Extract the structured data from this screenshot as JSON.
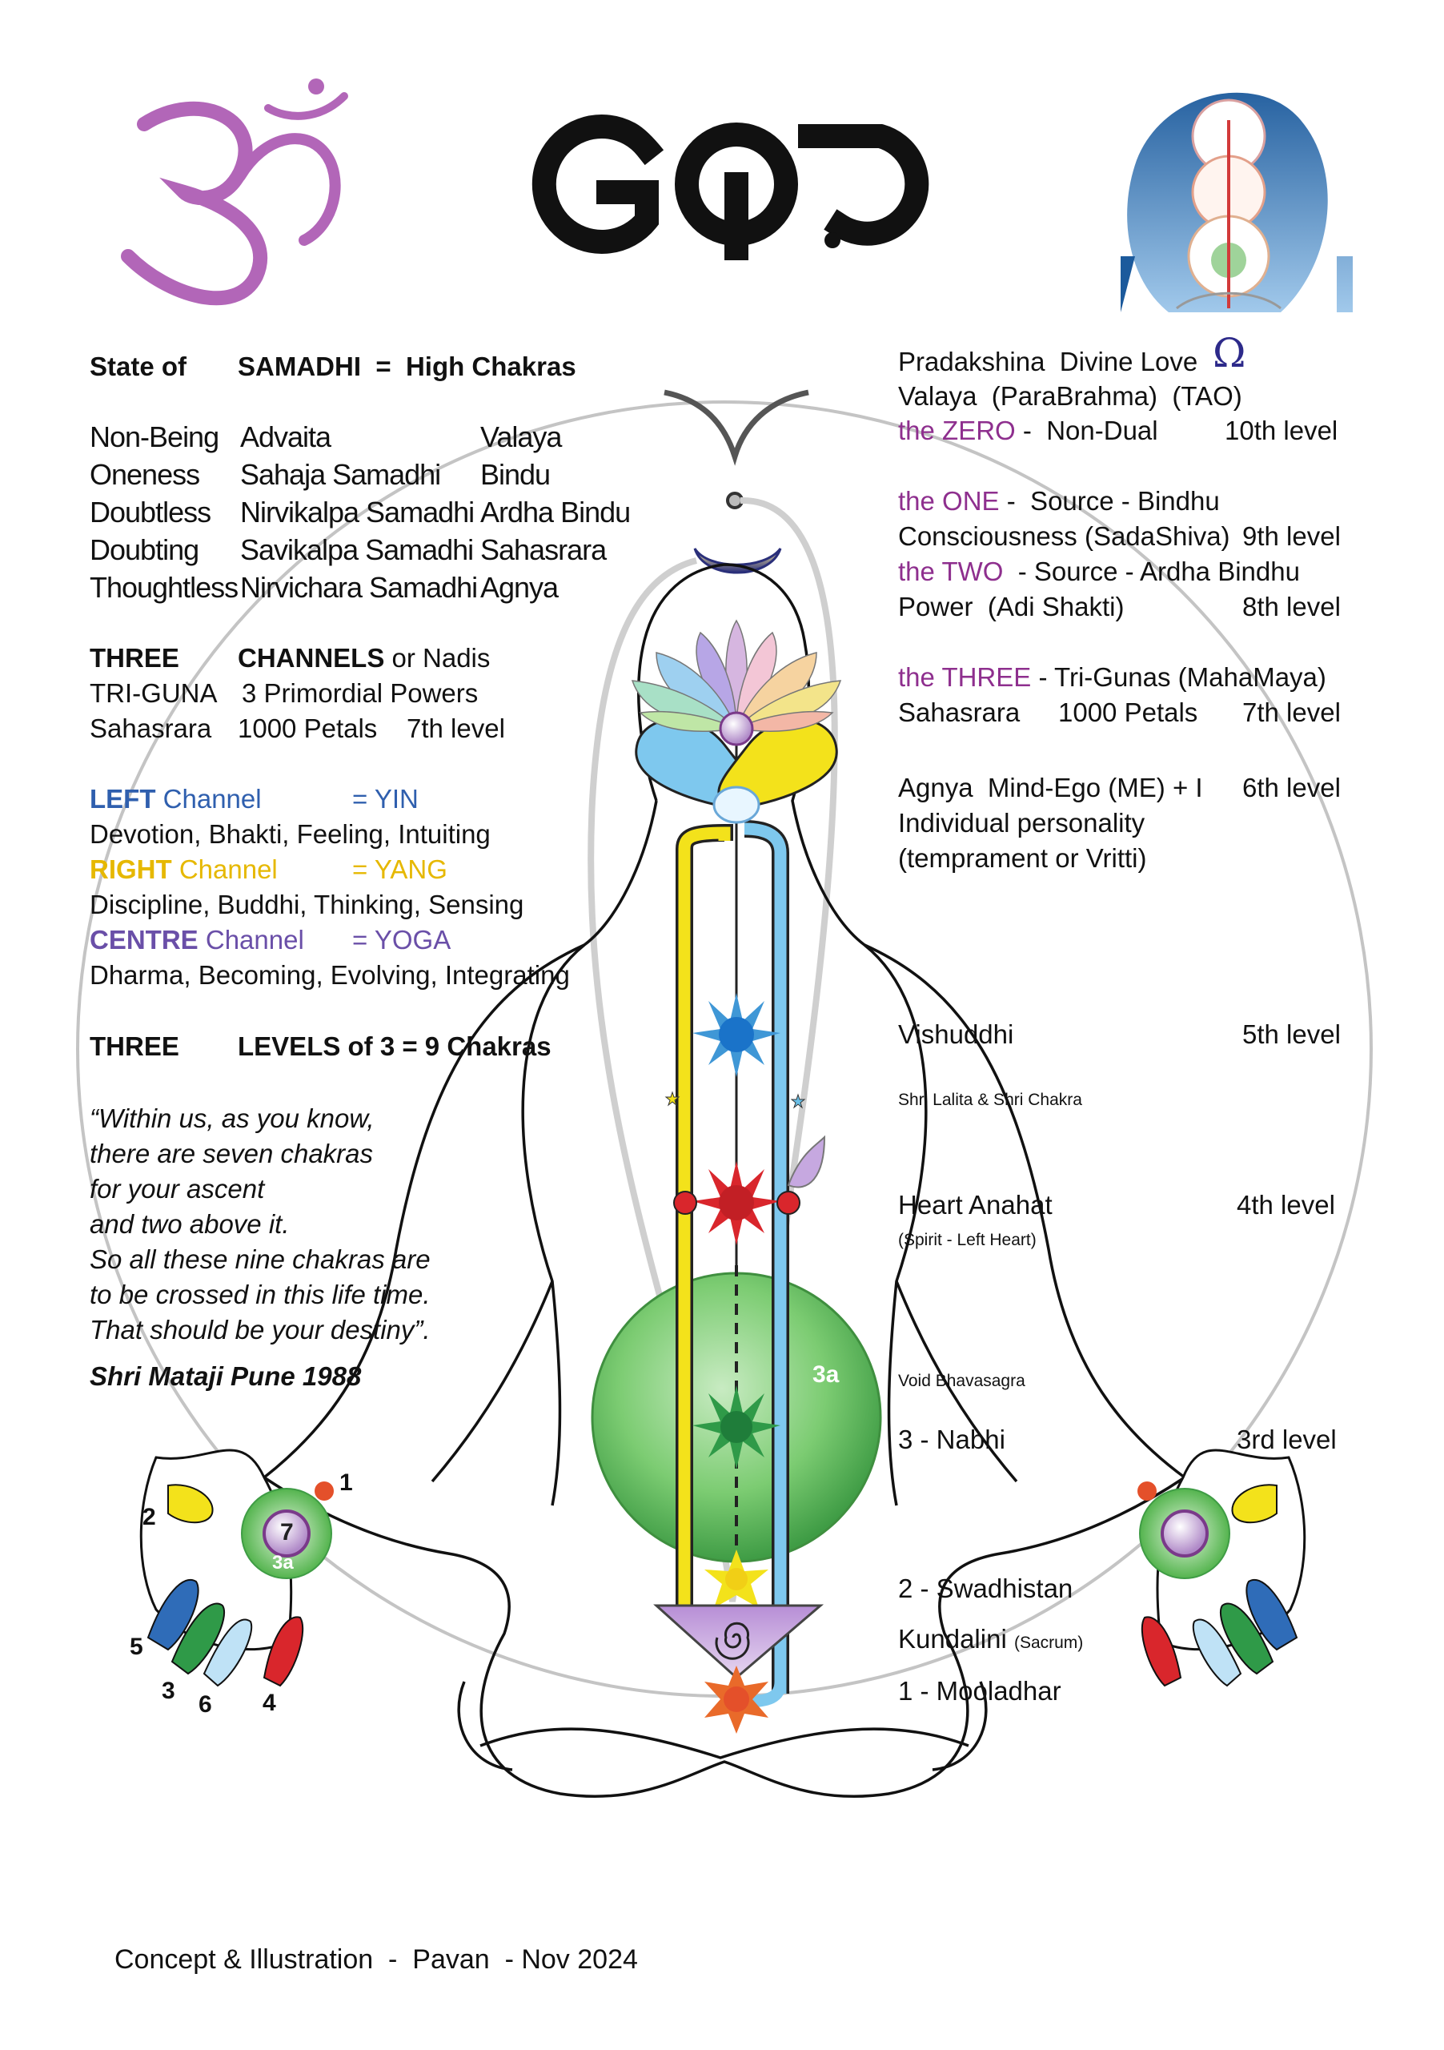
{
  "header": {
    "logo_text": "GOD"
  },
  "left": {
    "title_state": "State of",
    "title_samadhi": "SAMADHI  =  High Chakras",
    "states": [
      [
        "Non-Being",
        "Advaita",
        "Valaya"
      ],
      [
        "Oneness",
        "Sahaja Samadhi",
        "Bindu"
      ],
      [
        "Doubtless",
        "Nirvikalpa Samadhi",
        "Ardha Bindu"
      ],
      [
        "Doubting",
        "Savikalpa Samadhi",
        "Sahasrara"
      ],
      [
        "Thoughtless",
        "Nirvichara Samadhi",
        "Agnya"
      ]
    ],
    "three_label": "THREE",
    "channels_label": "CHANNELS",
    "channels_suffix": " or Nadis",
    "triguna_a": "TRI-GUNA",
    "triguna_b": "3 Primordial Powers",
    "sahasrara_a": "Sahasrara",
    "sahasrara_b": "1000 Petals",
    "sahasrara_c": "7th level",
    "left_ch_strong": "LEFT",
    "left_ch_rest": " Channel",
    "left_ch_eq": "= YIN",
    "left_desc": "Devotion, Bhakti, Feeling, Intuiting",
    "right_ch_strong": "RIGHT",
    "right_ch_rest": " Channel",
    "right_ch_eq": "= YANG",
    "right_desc": "Discipline, Buddhi, Thinking, Sensing",
    "centre_ch_strong": "CENTRE",
    "centre_ch_rest": " Channel",
    "centre_ch_eq": "= YOGA",
    "centre_desc": "Dharma, Becoming, Evolving, Integrating",
    "three2_label": "THREE",
    "levels_label": "LEVELS of 3 = 9 Chakras",
    "quote_lines": [
      "“Within us, as you know,",
      "there are seven chakras",
      "for your ascent",
      "and two above it.",
      "So all these nine chakras are",
      "to be crossed in this life time.",
      "That should be your destiny”."
    ],
    "quote_author": "Shri Mataji Pune 1988"
  },
  "right": {
    "pradakshina": "Pradakshina  Divine Love",
    "omega": "Ω",
    "valaya": "Valaya  (ParaBrahma)  (TAO)",
    "zero_hl": "the ZERO",
    "zero_rest": " -  Non-Dual",
    "zero_level": "10th level",
    "one_hl": "the ONE",
    "one_rest": " -  Source - Bindhu",
    "consciousness": "Consciousness (SadaShiva)",
    "level9": "9th level",
    "two_hl": "the TWO",
    "two_rest": "  - Source - Ardha Bindhu",
    "power": "Power  (Adi Shakti)",
    "level8": "8th level",
    "three_hl": "the THREE",
    "three_rest": " - Tri-Gunas (MahaMaya)",
    "sahasrara": "Sahasrara",
    "petals": "1000 Petals",
    "level7": "7th level",
    "agnya": "Agnya  Mind-Ego (ME) + I",
    "level6": "6th level",
    "individual": "Individual personality",
    "temperament": "(temprament or Vritti)",
    "vishuddhi": "Vishuddhi",
    "level5": "5th level",
    "lalita": "Shri Lalita & Shri Chakra",
    "heart": "Heart Anahat",
    "level4": "4th level",
    "spirit": "(Spirit - Left Heart)",
    "void": "Void Bhavasagra",
    "nabhi": "3 - Nabhi",
    "level3": "3rd level",
    "swadhistan": "2 - Swadhistan",
    "kundalini": "Kundalini",
    "sacrum": "(Sacrum)",
    "mooladhar": "1 - Mooladhar"
  },
  "body_labels": {
    "void_label": "3a",
    "hand_center": "7",
    "hand_void": "3a",
    "finger_numbers": [
      "1",
      "2",
      "3",
      "4",
      "5",
      "6"
    ]
  },
  "footer": {
    "credit": "Concept & Illustration  -  Pavan  - Nov 2024"
  },
  "colors": {
    "purple": "#8e2f8e",
    "left_channel": "#4aa8e0",
    "right_channel": "#f3e21b",
    "centre": "#6a4fa8",
    "heart_red": "#d9262c",
    "nabhi_green": "#6cc36a"
  }
}
